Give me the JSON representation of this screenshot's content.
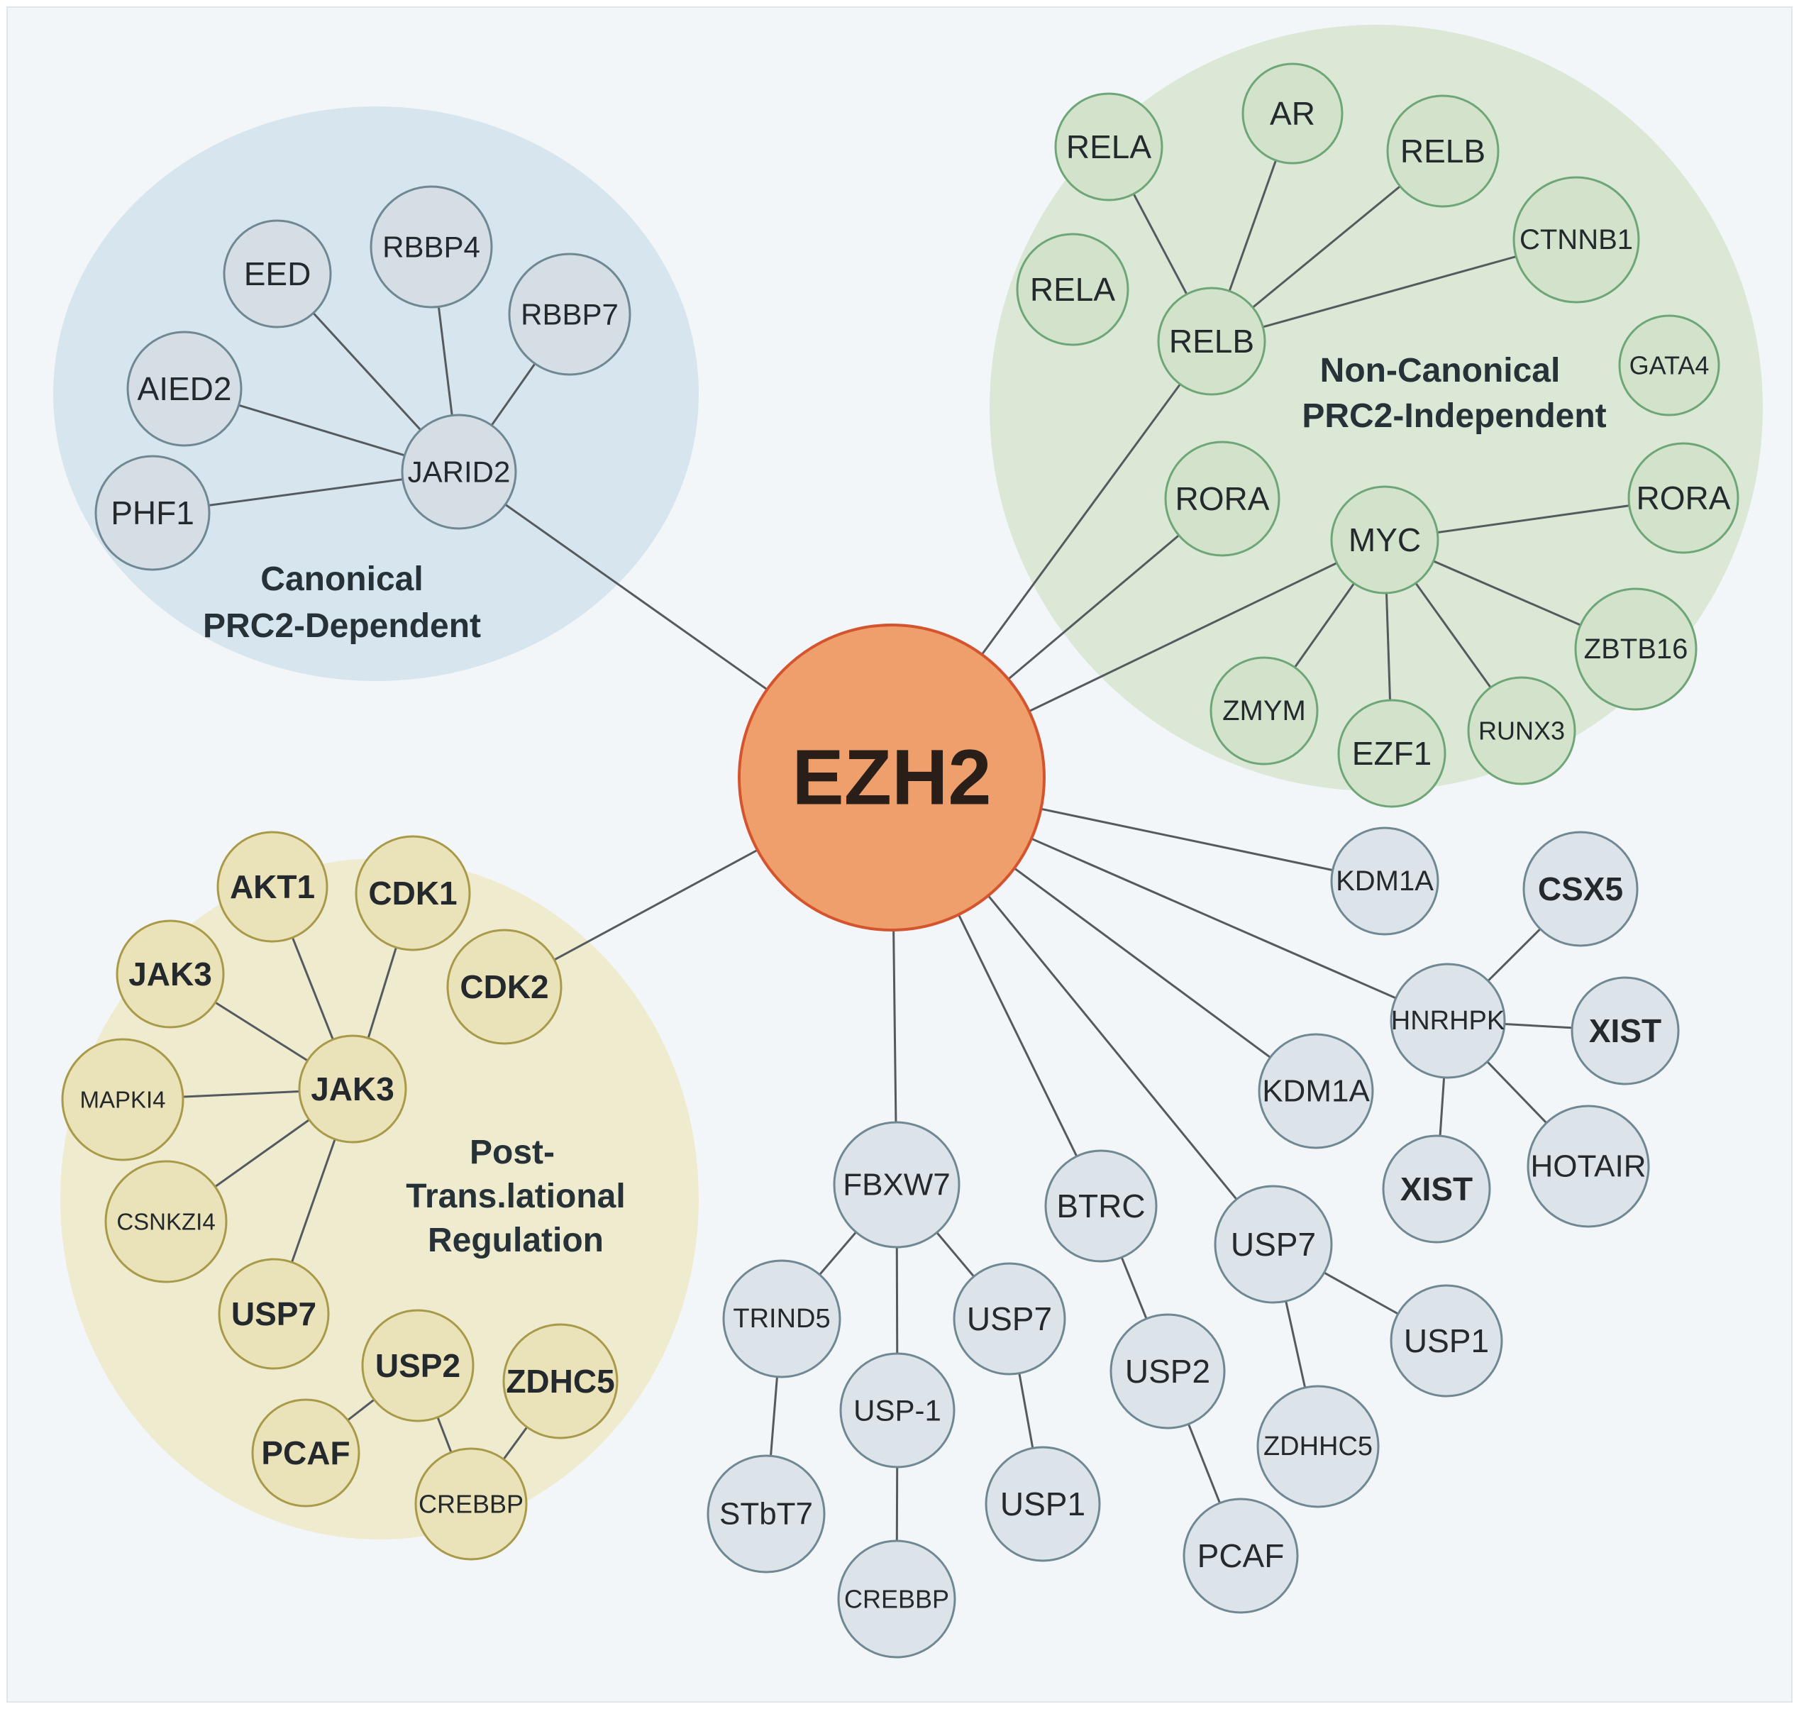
{
  "center": {
    "label": "EZH2",
    "fill": "#EE9F6B",
    "stroke": "#D4542E"
  },
  "groups": {
    "canonical": {
      "title_line1": "Canonical",
      "title_line2": "PRC2-Dependent",
      "bg": "#D7E5EE",
      "node_fill": "#D5DEE4",
      "node_stroke": "#6F8893"
    },
    "noncanonical": {
      "title_line1": "Non-Canonical",
      "title_line2": "PRC2-Independent",
      "bg": "#DBE8D6",
      "node_fill": "#D2E2CB",
      "node_stroke": "#6EA677"
    },
    "posttrans": {
      "title_line1": "Post-",
      "title_line2": "Trans.lational",
      "title_line3": "Regulation",
      "bg": "#EFEBCF",
      "node_fill": "#EAE2B9",
      "node_stroke": "#A99A4A"
    },
    "other": {
      "node_fill": "#DCE4EA",
      "node_stroke": "#6F8893"
    }
  },
  "nodes": [
    {
      "id": "eed",
      "label": "EED",
      "group": "canonical"
    },
    {
      "id": "rbbp4",
      "label": "RBBP4",
      "group": "canonical"
    },
    {
      "id": "rbbp7",
      "label": "RBBP7",
      "group": "canonical"
    },
    {
      "id": "aied2",
      "label": "AIED2",
      "group": "canonical"
    },
    {
      "id": "jarid2",
      "label": "JARID2",
      "group": "canonical"
    },
    {
      "id": "phf1",
      "label": "PHF1",
      "group": "canonical"
    },
    {
      "id": "rela1",
      "label": "RELA",
      "group": "noncanonical"
    },
    {
      "id": "ar",
      "label": "AR",
      "group": "noncanonical"
    },
    {
      "id": "relb1",
      "label": "RELB",
      "group": "noncanonical"
    },
    {
      "id": "ctnnb1",
      "label": "CTNNB1",
      "group": "noncanonical"
    },
    {
      "id": "rela2",
      "label": "RELA",
      "group": "noncanonical"
    },
    {
      "id": "relb2",
      "label": "RELB",
      "group": "noncanonical"
    },
    {
      "id": "gata4",
      "label": "GATA4",
      "group": "noncanonical"
    },
    {
      "id": "rora1",
      "label": "RORA",
      "group": "noncanonical"
    },
    {
      "id": "myc",
      "label": "MYC",
      "group": "noncanonical"
    },
    {
      "id": "rora2",
      "label": "RORA",
      "group": "noncanonical"
    },
    {
      "id": "zbtb16",
      "label": "ZBTB16",
      "group": "noncanonical"
    },
    {
      "id": "zmym",
      "label": "ZMYM",
      "group": "noncanonical"
    },
    {
      "id": "ezf1",
      "label": "EZF1",
      "group": "noncanonical"
    },
    {
      "id": "runx3",
      "label": "RUNX3",
      "group": "noncanonical"
    },
    {
      "id": "akt1",
      "label": "AKT1",
      "group": "posttrans"
    },
    {
      "id": "cdk1",
      "label": "CDK1",
      "group": "posttrans"
    },
    {
      "id": "jak3a",
      "label": "JAK3",
      "group": "posttrans"
    },
    {
      "id": "cdk2",
      "label": "CDK2",
      "group": "posttrans"
    },
    {
      "id": "mapk14",
      "label": "MAPKI4",
      "group": "posttrans"
    },
    {
      "id": "jak3b",
      "label": "JAK3",
      "group": "posttrans"
    },
    {
      "id": "csnk2",
      "label": "CSNKZI4",
      "group": "posttrans"
    },
    {
      "id": "usp7a",
      "label": "USP7",
      "group": "posttrans"
    },
    {
      "id": "usp2a",
      "label": "USP2",
      "group": "posttrans"
    },
    {
      "id": "zdhc5",
      "label": "ZDHC5",
      "group": "posttrans"
    },
    {
      "id": "pcafa",
      "label": "PCAF",
      "group": "posttrans"
    },
    {
      "id": "crebbpa",
      "label": "CREBBP",
      "group": "posttrans"
    },
    {
      "id": "kdm1a1",
      "label": "KDM1A",
      "group": "other"
    },
    {
      "id": "csx5",
      "label": "CSX5",
      "group": "other"
    },
    {
      "id": "hnrhpk",
      "label": "HNRHPK",
      "group": "other"
    },
    {
      "id": "xist1",
      "label": "XIST",
      "group": "other"
    },
    {
      "id": "kdm1a2",
      "label": "KDM1A",
      "group": "other"
    },
    {
      "id": "xist2",
      "label": "XIST",
      "group": "other"
    },
    {
      "id": "hotair",
      "label": "HOTAIR",
      "group": "other"
    },
    {
      "id": "fbxw7",
      "label": "FBXW7",
      "group": "other"
    },
    {
      "id": "btrc",
      "label": "BTRC",
      "group": "other"
    },
    {
      "id": "usp7b",
      "label": "USP7",
      "group": "other"
    },
    {
      "id": "trind5",
      "label": "TRIND5",
      "group": "other"
    },
    {
      "id": "usp7c",
      "label": "USP7",
      "group": "other"
    },
    {
      "id": "usp2b",
      "label": "USP2",
      "group": "other"
    },
    {
      "id": "usp1a",
      "label": "USP1",
      "group": "other"
    },
    {
      "id": "usp_1",
      "label": "USP-1",
      "group": "other"
    },
    {
      "id": "zdhhc5",
      "label": "ZDHHC5",
      "group": "other"
    },
    {
      "id": "stbt7",
      "label": "STbT7",
      "group": "other"
    },
    {
      "id": "usp1b",
      "label": "USP1",
      "group": "other"
    },
    {
      "id": "pcafb",
      "label": "PCAF",
      "group": "other"
    },
    {
      "id": "crebbpb",
      "label": "CREBBP",
      "group": "other"
    }
  ],
  "edges": [
    [
      "center",
      "jarid2"
    ],
    [
      "jarid2",
      "eed"
    ],
    [
      "jarid2",
      "rbbp4"
    ],
    [
      "jarid2",
      "rbbp7"
    ],
    [
      "jarid2",
      "aied2"
    ],
    [
      "jarid2",
      "phf1"
    ],
    [
      "center",
      "relb2"
    ],
    [
      "relb2",
      "rela1"
    ],
    [
      "relb2",
      "ar"
    ],
    [
      "relb2",
      "relb1"
    ],
    [
      "relb2",
      "ctnnb1"
    ],
    [
      "center",
      "rora1"
    ],
    [
      "center",
      "myc"
    ],
    [
      "myc",
      "rora2"
    ],
    [
      "myc",
      "zbtb16"
    ],
    [
      "myc",
      "runx3"
    ],
    [
      "myc",
      "ezf1"
    ],
    [
      "myc",
      "zmym"
    ],
    [
      "center",
      "cdk2"
    ],
    [
      "jak3b",
      "akt1"
    ],
    [
      "jak3b",
      "cdk1"
    ],
    [
      "jak3b",
      "jak3a"
    ],
    [
      "jak3b",
      "mapk14"
    ],
    [
      "jak3b",
      "csnk2"
    ],
    [
      "jak3b",
      "usp7a"
    ],
    [
      "usp2a",
      "pcafa"
    ],
    [
      "usp2a",
      "crebbpa"
    ],
    [
      "crebbpa",
      "zdhc5"
    ],
    [
      "center",
      "kdm1a1"
    ],
    [
      "center",
      "hnrhpk"
    ],
    [
      "hnrhpk",
      "csx5"
    ],
    [
      "hnrhpk",
      "xist1"
    ],
    [
      "hnrhpk",
      "xist2"
    ],
    [
      "hnrhpk",
      "hotair"
    ],
    [
      "center",
      "kdm1a2"
    ],
    [
      "center",
      "usp7b"
    ],
    [
      "usp7b",
      "usp1a"
    ],
    [
      "usp7b",
      "zdhhc5"
    ],
    [
      "center",
      "btrc"
    ],
    [
      "btrc",
      "usp2b"
    ],
    [
      "usp2b",
      "pcafb"
    ],
    [
      "center",
      "fbxw7"
    ],
    [
      "fbxw7",
      "trind5"
    ],
    [
      "fbxw7",
      "usp_1"
    ],
    [
      "fbxw7",
      "usp7c"
    ],
    [
      "trind5",
      "stbt7"
    ],
    [
      "usp_1",
      "crebbpb"
    ],
    [
      "usp7c",
      "usp1b"
    ]
  ]
}
